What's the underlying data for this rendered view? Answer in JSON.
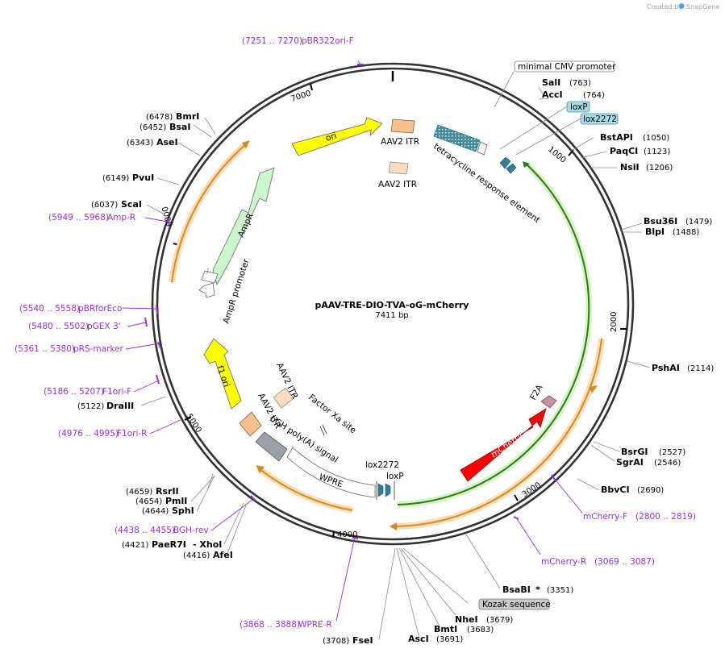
{
  "header": {
    "created_by": "Created by",
    "app": "SnapGene"
  },
  "plasmid": {
    "name": "pAAV-TRE-DIO-TVA-oG-mCherry",
    "length": "7411 bp"
  },
  "ticks": {
    "t1000": "1000",
    "t2000": "2000",
    "t3000": "3000",
    "t4000": "4000",
    "t5000": "5000",
    "t6000": "6000",
    "t7000": "7000"
  },
  "enzymes": {
    "sali": {
      "name": "SalI",
      "pos": "(763)"
    },
    "acci": {
      "name": "AccI",
      "pos": "(764)"
    },
    "bstapi": {
      "name": "BstAPI",
      "pos": "(1050)"
    },
    "paqci": {
      "name": "PaqCI",
      "pos": "(1123)"
    },
    "nsii": {
      "name": "NsiI",
      "pos": "(1206)"
    },
    "bsu36i": {
      "name": "Bsu36I",
      "pos": "(1479)"
    },
    "blpi": {
      "name": "BlpI",
      "pos": "(1488)"
    },
    "pshai": {
      "name": "PshAI",
      "pos": "(2114)"
    },
    "bsrgi": {
      "name": "BsrGI",
      "pos": "(2527)"
    },
    "sgrai": {
      "name": "SgrAI",
      "pos": "(2546)"
    },
    "bbvci": {
      "name": "BbvCI",
      "pos": "(2690)"
    },
    "bsabi": {
      "name": "BsaBI",
      "star": "*",
      "pos": "(3351)"
    },
    "nhei": {
      "name": "NheI",
      "pos": "(3679)"
    },
    "bmti": {
      "name": "BmtI",
      "pos": "(3683)"
    },
    "asci": {
      "name": "AscI",
      "pos": "(3691)"
    },
    "fsei": {
      "name": "FseI",
      "pos": "(3708)"
    },
    "afei": {
      "name": "AfeI",
      "pos": "(4416)"
    },
    "paer7i": {
      "name": "PaeR7I",
      "pos": "(4421)"
    },
    "xhoi": {
      "name": "- XhoI"
    },
    "sphi": {
      "name": "SphI",
      "pos": "(4644)"
    },
    "pmli": {
      "name": "PmlI",
      "pos": "(4654)"
    },
    "rsrii": {
      "name": "RsrII",
      "pos": "(4659)"
    },
    "draiii": {
      "name": "DraIII",
      "pos": "(5122)"
    },
    "scai": {
      "name": "ScaI",
      "pos": "(6037)"
    },
    "pvui": {
      "name": "PvuI",
      "pos": "(6149)"
    },
    "asei": {
      "name": "AseI",
      "pos": "(6343)"
    },
    "bsai": {
      "name": "BsaI",
      "pos": "(6452)"
    },
    "bmri": {
      "name": "BmrI",
      "pos": "(6478)"
    }
  },
  "primers": {
    "pbr322": {
      "range": "(7251 .. 7270)",
      "name": "pBR322ori-F"
    },
    "ampr": {
      "range": "(5949 .. 5968)",
      "name": "Amp-R"
    },
    "pbrforeco": {
      "range": "(5540 .. 5558)",
      "name": "pBRforEco"
    },
    "pgex": {
      "range": "(5480 .. 5502)",
      "name": "pGEX 3'"
    },
    "prs": {
      "range": "(5361 .. 5380)",
      "name": "pRS-marker"
    },
    "f1orif": {
      "range": "(5186 .. 5207)",
      "name": "F1ori-F"
    },
    "f1orir": {
      "range": "(4976 .. 4995)",
      "name": "F1ori-R"
    },
    "bghrev": {
      "range": "(4438 .. 4455)",
      "name": "BGH-rev"
    },
    "wprer": {
      "range": "(3868 .. 3888)",
      "name": "WPRE-R"
    },
    "mcherryf": {
      "name": "mCherry-F",
      "range": "(2800 .. 2819)"
    },
    "mcherryr": {
      "name": "mCherry-R",
      "range": "(3069 .. 3087)"
    }
  },
  "features": {
    "minimal_cmv": "minimal CMV promoter",
    "loxp": "loxP",
    "lox2272": "lox2272",
    "kozak": "Kozak sequence",
    "ori": "ori",
    "aav2_itr": "AAV2 ITR",
    "tre": "tetracycline response element",
    "ampr": "AmpR",
    "ampr_promoter": "AmpR promoter",
    "f1_ori": "f1 ori",
    "factor_xa": "Factor Xa site",
    "bgh": "bGH poly(A) signal",
    "wpre": "WPRE",
    "mcherry": "mCherry",
    "f2a": "F2A",
    "dots": "..."
  },
  "colors": {
    "ori": "#ffff00",
    "itr": "#f7c08a",
    "itr_light": "#fbdcc0",
    "ampr": "#ccf7cc",
    "mcherry": "#ff0000",
    "f2a": "#c98fa4",
    "bgh": "#99a0a8",
    "tre": "#3a8fa6",
    "loxp": "#2f7f96",
    "orf_orange": "#d38a28",
    "orf_green": "#2d7a10",
    "primer": "#9b30d8"
  }
}
